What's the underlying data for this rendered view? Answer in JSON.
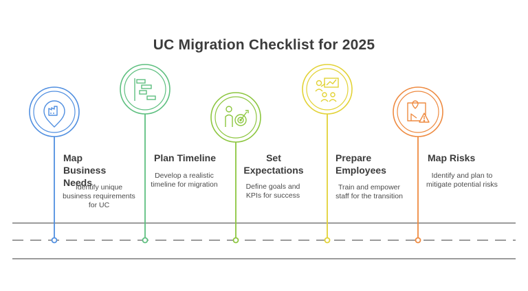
{
  "title": "UC Migration Checklist for 2025",
  "colors": {
    "step1": "#4f8ee0",
    "step2": "#5dbf7f",
    "step3": "#8cc63f",
    "step4": "#e2d235",
    "step5": "#ee8a40",
    "road": "#7a7a7a"
  },
  "steps": [
    {
      "title": "Map Business Needs",
      "description": "Identify unique business requirements for UC",
      "icon": "factory-location-icon"
    },
    {
      "title": "Plan Timeline",
      "description": "Develop a realistic timeline for migration",
      "icon": "gantt-chart-icon"
    },
    {
      "title": "Set Expectations",
      "description": "Define goals and KPIs for success",
      "icon": "target-person-icon"
    },
    {
      "title": "Prepare Employees",
      "description": "Train and empower staff for the transition",
      "icon": "presentation-training-icon"
    },
    {
      "title": "Map Risks",
      "description": "Identify and plan to mitigate potential risks",
      "icon": "risk-map-icon"
    }
  ]
}
